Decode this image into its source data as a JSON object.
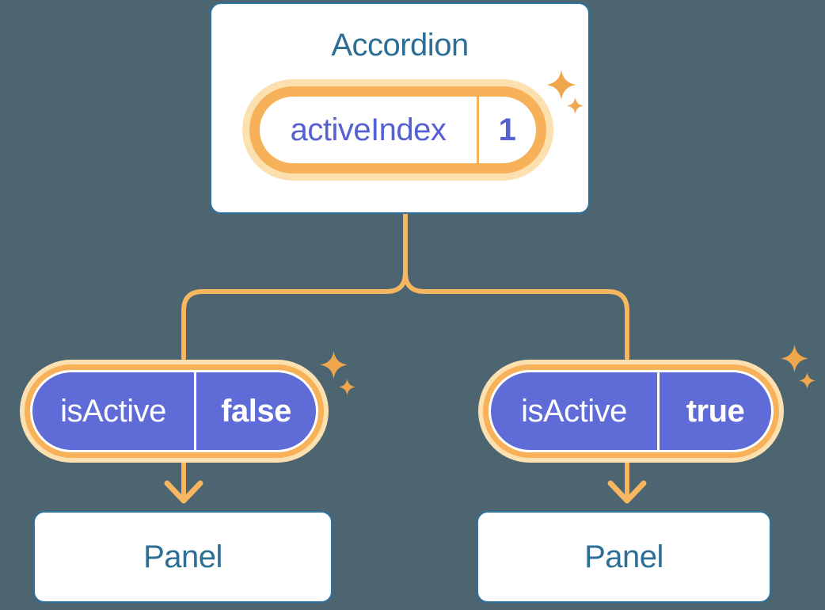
{
  "diagram": {
    "root": {
      "title": "Accordion",
      "state_pill": {
        "label": "activeIndex",
        "value": "1"
      }
    },
    "branches": [
      {
        "prop_pill": {
          "label": "isActive",
          "value": "false"
        },
        "panel_title": "Panel"
      },
      {
        "prop_pill": {
          "label": "isActive",
          "value": "true"
        },
        "panel_title": "Panel"
      }
    ],
    "colors": {
      "background": "#4C6571",
      "line_orange": "#F7B660",
      "ring_orange": "#F6B159",
      "glow": "#FCE0B0",
      "sparkle": "#F0A64C",
      "purple_fill": "#5F6BD6",
      "purple_text": "#5560D2",
      "box_border": "#2E72A0",
      "heading": "#2C6E94"
    }
  }
}
